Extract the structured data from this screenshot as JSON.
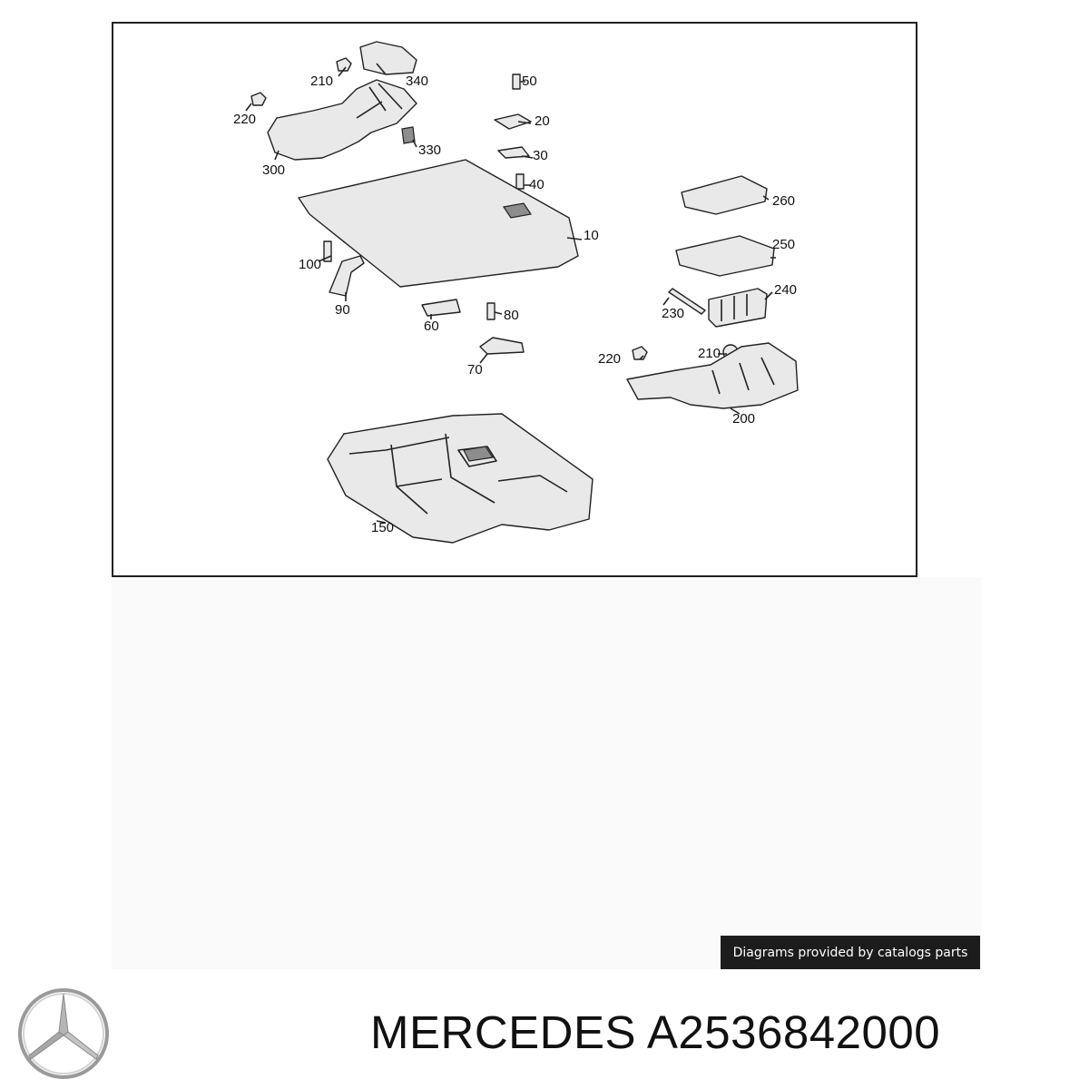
{
  "diagram": {
    "labels": [
      "210",
      "340",
      "50",
      "220",
      "20",
      "330",
      "30",
      "300",
      "40",
      "260",
      "10",
      "250",
      "100",
      "240",
      "90",
      "230",
      "60",
      "80",
      "210",
      "220",
      "70",
      "200",
      "150"
    ]
  },
  "credit": {
    "text": "Diagrams provided by catalogs parts"
  },
  "title": {
    "brand": "MERCEDES",
    "part_number": "A2536842000"
  },
  "logo": {
    "icon": "mercedes-star-icon"
  }
}
